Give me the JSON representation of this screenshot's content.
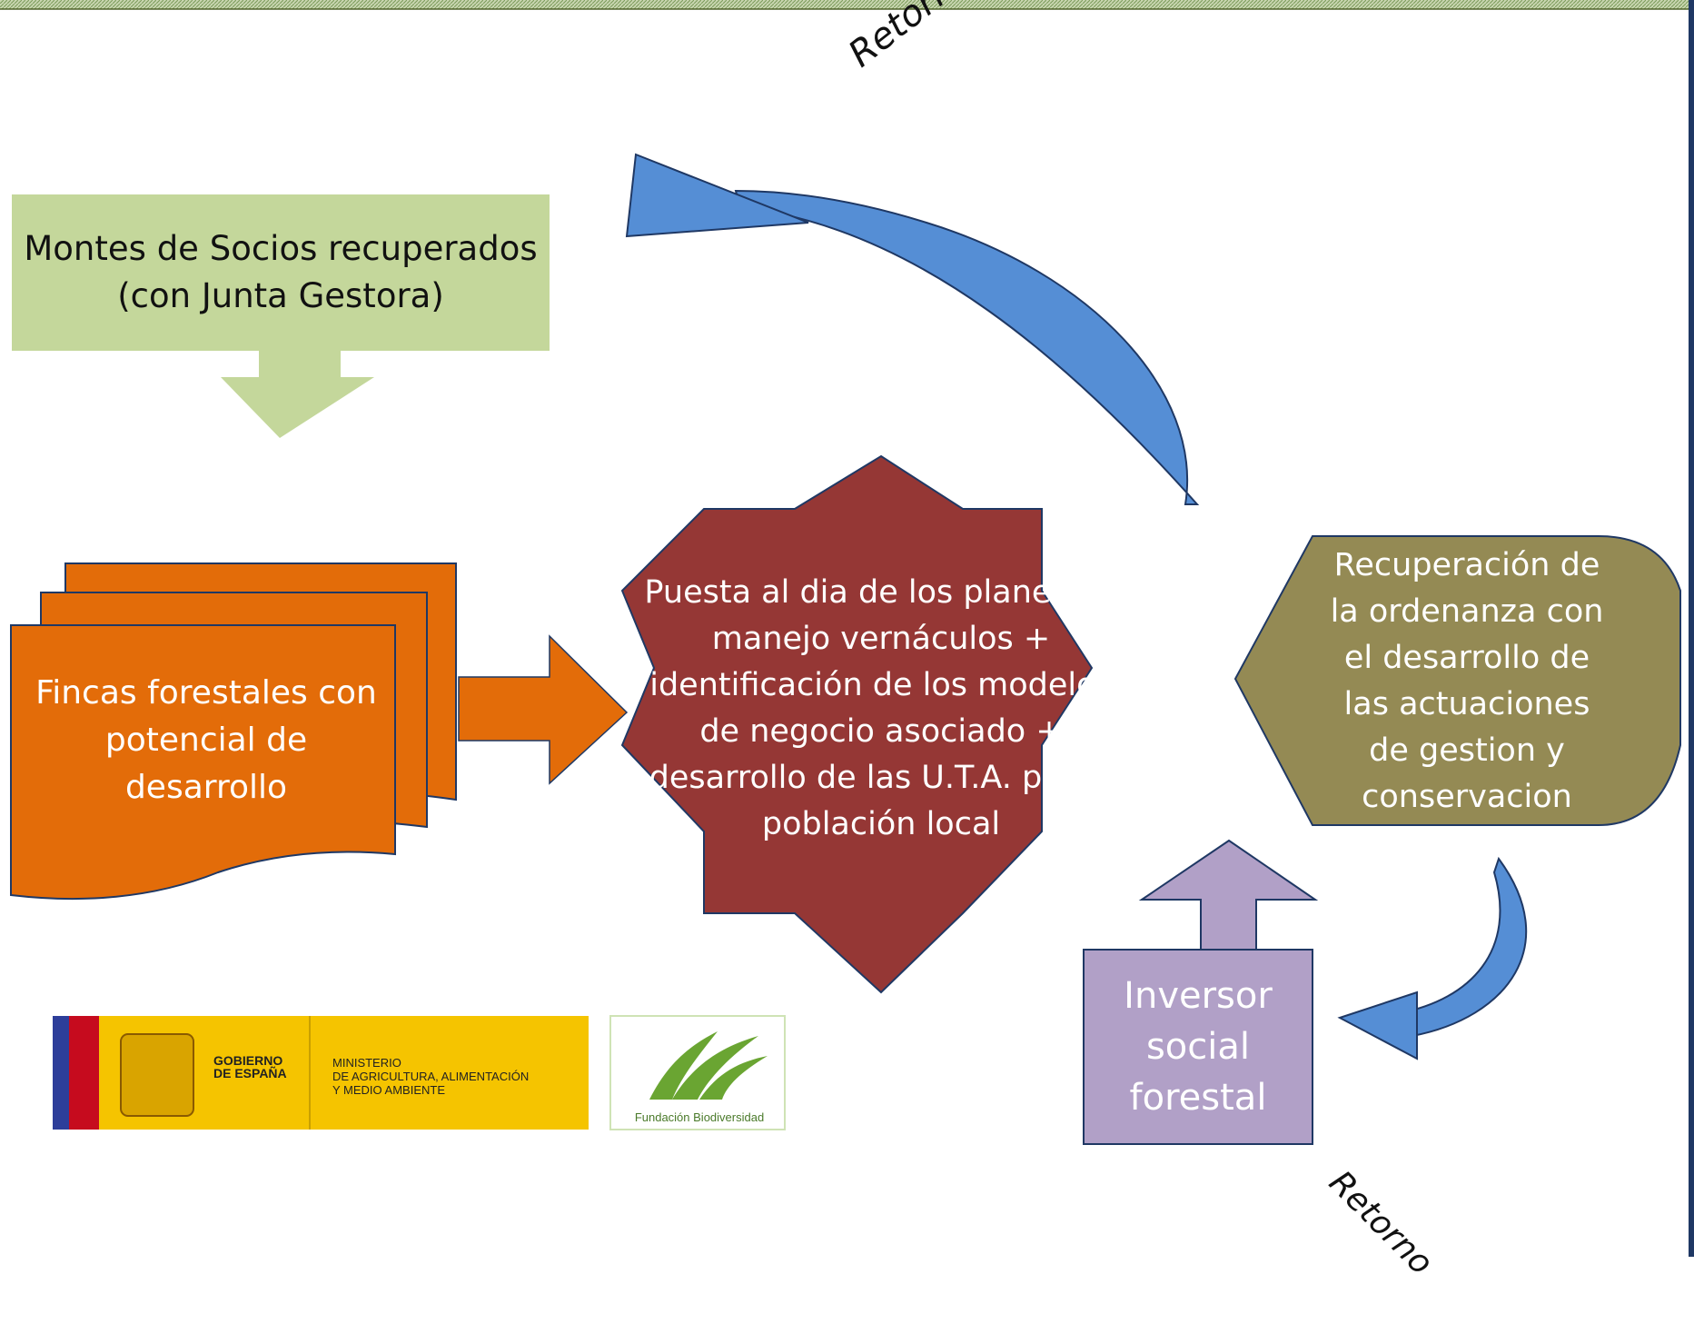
{
  "diagram": {
    "montes_box": "Montes de Socios recuperados\n(con Junta Gestora)",
    "fincas_box": "Fincas forestales con\npotencial de\ndesarrollo",
    "center_star": "Puesta al dia de los planes de\nmanejo vernáculos +\nidentificación de los modelos\nde negocio asociado +\ndesarrollo de las U.T.A. por la\npoblación local",
    "ordenanza_box": "Recuperación de\nla ordenanza con\nel desarrollo de\nlas actuaciones\nde gestion y\nconservacion",
    "inversor_box": "Inversor\nsocial\nforestal",
    "retorno_top": "Retorno fina",
    "retorno_bottom": "Retorno"
  },
  "logos": {
    "gobierno": "GOBIERNO\nDE ESPAÑA",
    "ministerio": "MINISTERIO\nDE AGRICULTURA, ALIMENTACIÓN\nY MEDIO AMBIENTE",
    "fundacion": "Fundación Biodiversidad"
  },
  "colors": {
    "green_box": "#c4d79b",
    "orange": "#e36c09",
    "maroon": "#953735",
    "olive": "#948a54",
    "lavender": "#b1a0c7",
    "blue_arrow": "#558ed5",
    "border_blue": "#1f3864",
    "flag_yellow": "#f5c400",
    "flag_red": "#c60b1e",
    "flag_blue": "#2d3e9a"
  }
}
